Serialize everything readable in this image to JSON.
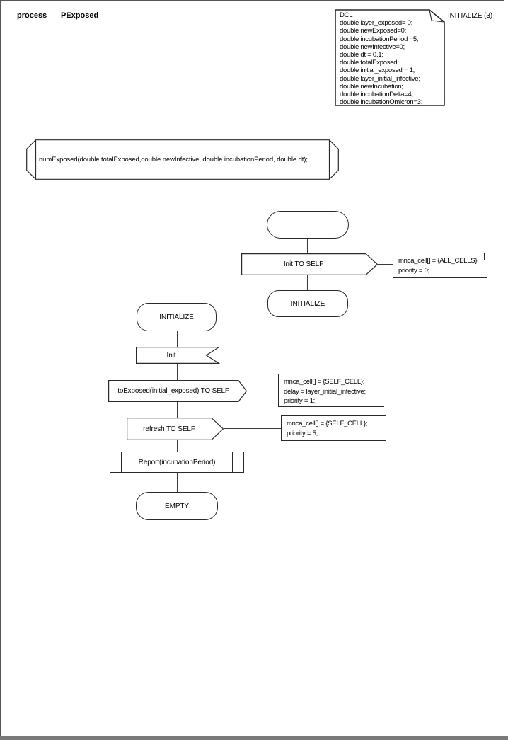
{
  "header": {
    "kind_label": "process",
    "process_name": "PExposed",
    "partition_label": "INITIALIZE (3)"
  },
  "declarations": {
    "lines": [
      "DCL",
      "double layer_exposed= 0;",
      "double newExposed=0;",
      "double incubationPeriod =5;",
      "double newInfective=0;",
      "double dt = 0.1;",
      "double totalExposed;",
      "double initial_exposed = 1;",
      "double layer_initial_infective;",
      "double newIncubation;",
      "double incubationDelta=4;",
      "double incubationOmicron=3;"
    ]
  },
  "procedure_declaration": {
    "text": "numExposed(double totalExposed,double newInfective, double incubationPeriod, double dt);"
  },
  "start_flow": {
    "output_signal": "Init TO SELF",
    "comment_lines": [
      "mnca_cell[] = {ALL_CELLS};",
      "priority = 0;"
    ],
    "next_state": "INITIALIZE"
  },
  "initialize_flow": {
    "state": "INITIALIZE",
    "input_signal": "Init",
    "output1": "toExposed(initial_exposed) TO SELF",
    "comment1_lines": [
      "mnca_cell[] = {SELF_CELL};",
      "delay = layer_initial_infective;",
      "priority = 1;"
    ],
    "output2": "refresh TO SELF",
    "comment2_lines": [
      "mnca_cell[] = {SELF_CELL};",
      "priority = 5;"
    ],
    "procedure_call": "Report(incubationPeriod)",
    "next_state": "EMPTY"
  },
  "colors": {
    "shape_stroke": "#2a2a2a",
    "page_border": "#56565a",
    "page_shadow": "#7b7b7b",
    "text": "#000000",
    "fill": "#ffffff"
  }
}
